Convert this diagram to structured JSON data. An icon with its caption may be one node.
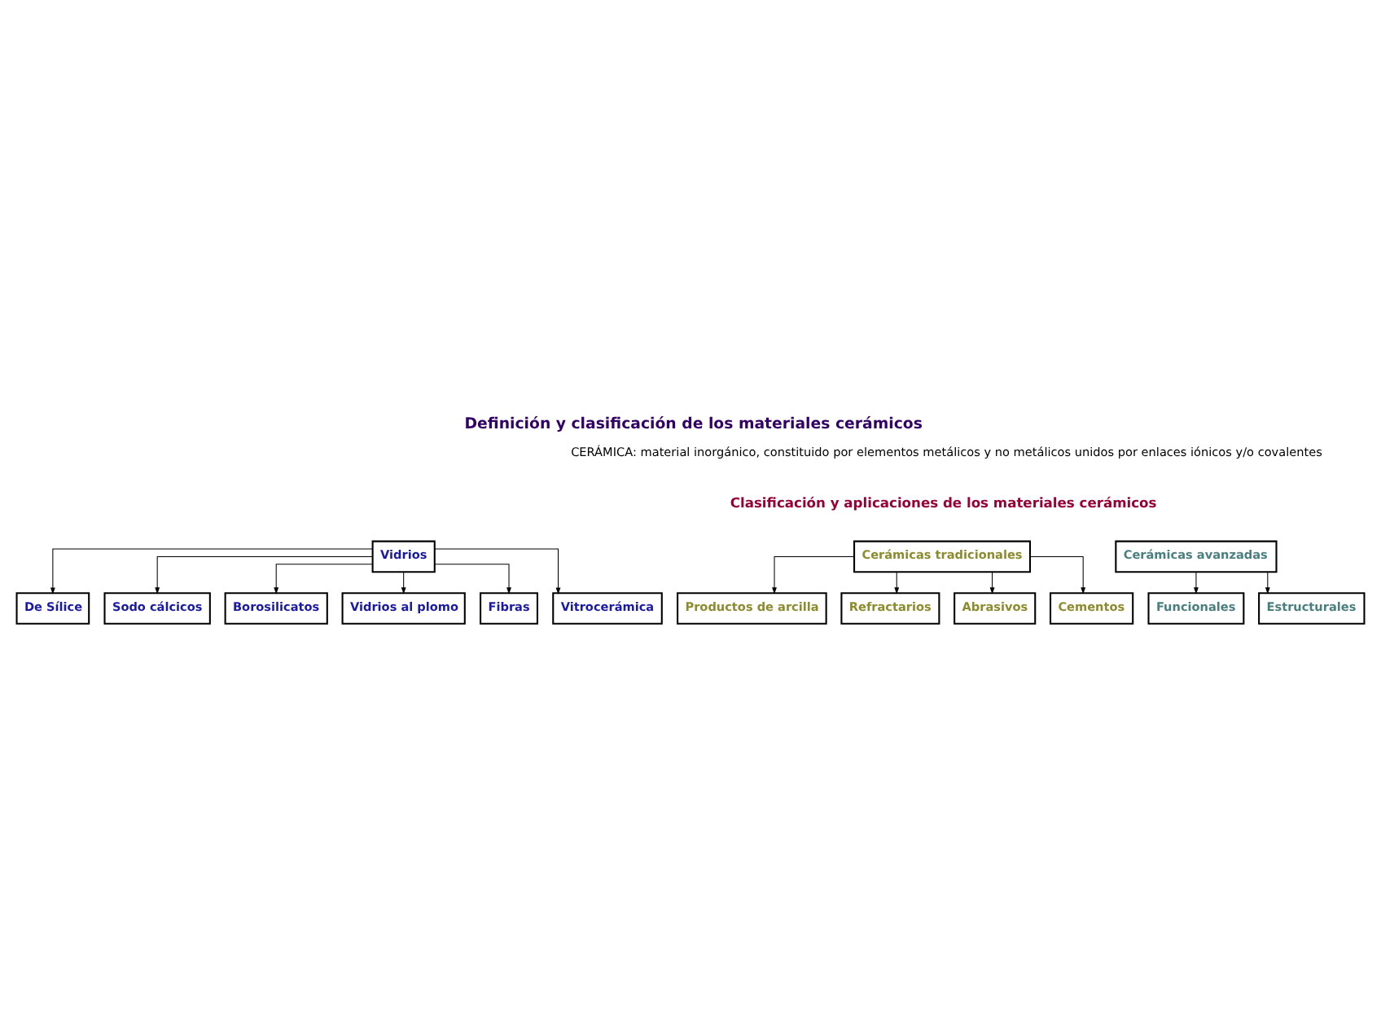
{
  "diagram": {
    "title": "Definición y clasificación de los materiales cerámicos",
    "nodes": [
      {
        "text": [
          "Vidrios"
        ]
      },
      {
        "text": [
          "Cerámicas tradicionales"
        ]
      },
      {
        "text": [
          "Cerámicas avanzadas"
        ]
      },
      {
        "text": [
          "Funcionales"
        ]
      },
      {
        "text": [
          "Estructurales"
        ]
      },
      {
        "text": [
          "De Sílice"
        ]
      },
      {
        "text": [
          "Productos de arcilla"
        ]
      },
      {
        "text": [
          "Refractarios"
        ]
      },
      {
        "text": [
          "Abrasivos"
        ]
      },
      {
        "text": [
          "Cementos"
        ]
      },
      {
        "text": [
          "Sodo cálcicos"
        ]
      },
      {
        "text": [
          "Borosilicatos"
        ]
      },
      {
        "text": [
          "Vidrios al plomo"
        ]
      },
      {
        "text": [
          "Fibras"
        ]
      },
      {
        "text": [
          "Vitrocerámica"
        ]
      }
    ],
    "edges": [
      {
        "from": 2,
        "to": 3,
        "arrow": "to"
      },
      {
        "from": 2,
        "to": 4,
        "arrow": "to"
      },
      {
        "from": 0,
        "to": 5,
        "arrow": "to"
      },
      {
        "from": 1,
        "to": 6,
        "arrow": "to"
      },
      {
        "from": 1,
        "to": 7,
        "arrow": "to"
      },
      {
        "from": 1,
        "to": 8,
        "arrow": "to"
      },
      {
        "from": 1,
        "to": 9,
        "arrow": "to"
      },
      {
        "from": 0,
        "to": 10,
        "arrow": "to"
      },
      {
        "from": 0,
        "to": 11,
        "arrow": "to"
      },
      {
        "from": 0,
        "to": 12,
        "arrow": "to"
      },
      {
        "from": 0,
        "to": 13,
        "arrow": "to"
      },
      {
        "from": 0,
        "to": 14,
        "arrow": "to"
      }
    ],
    "labels": [
      "CERÁMICA: material inorgánico, constituido por elementos metálicos y no metálicos unidos por enlaces iónicos y/o covalentes",
      "Clasificación y aplicaciones de los materiales cerámicos"
    ]
  }
}
